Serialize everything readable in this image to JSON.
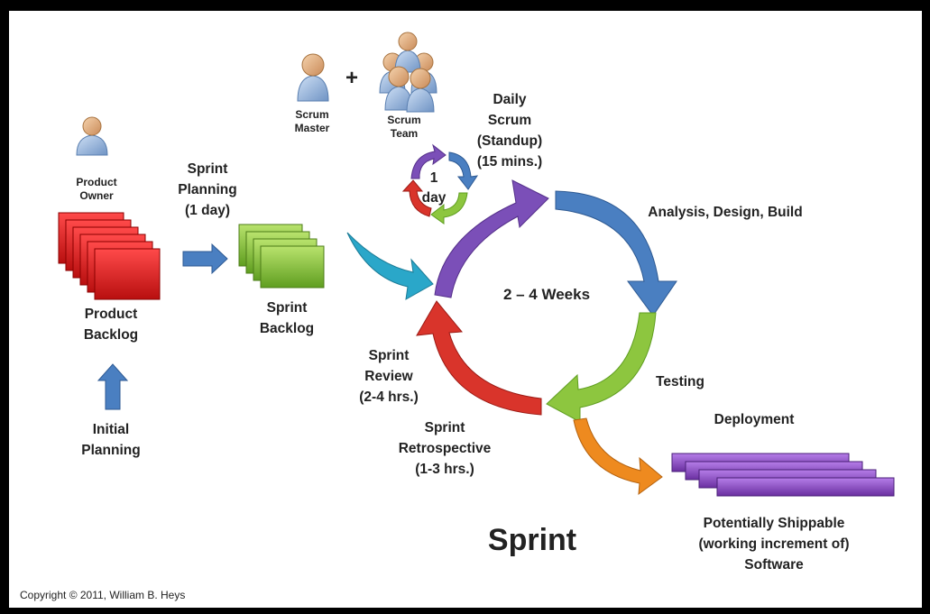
{
  "diagram": {
    "roles": {
      "product_owner": "Product\nOwner",
      "scrum_master": "Scrum\nMaster",
      "scrum_team": "Scrum\nTeam",
      "plus": "+"
    },
    "labels": {
      "product_backlog": "Product\nBacklog",
      "initial_planning": "Initial\nPlanning",
      "sprint_planning": "Sprint\nPlanning\n(1 day)",
      "sprint_backlog": "Sprint\nBacklog",
      "daily_scrum": "Daily\nScrum\n(Standup)\n(15 mins.)",
      "one_day": "1\nday",
      "analysis": "Analysis, Design, Build",
      "cycle_duration": "2 – 4 Weeks",
      "testing": "Testing",
      "deployment": "Deployment",
      "sprint_review": "Sprint\nReview\n(2-4 hrs.)",
      "sprint_retro": "Sprint\nRetrospective\n(1-3 hrs.)",
      "shippable": "Potentially Shippable\n(working increment of)\nSoftware",
      "sprint_title": "Sprint"
    },
    "copyright": "Copyright © 2011, William B. Heys",
    "colors": {
      "product_backlog": "#e02020",
      "sprint_backlog": "#8dc63f",
      "shippable": "#8e44c4",
      "arrow_blue": "#4a7fc1",
      "arrow_purple": "#7b4fb8",
      "arrow_red": "#d9342b",
      "arrow_green": "#8dc63f",
      "arrow_teal": "#2aa7c9",
      "arrow_orange": "#ee8a1f"
    }
  }
}
